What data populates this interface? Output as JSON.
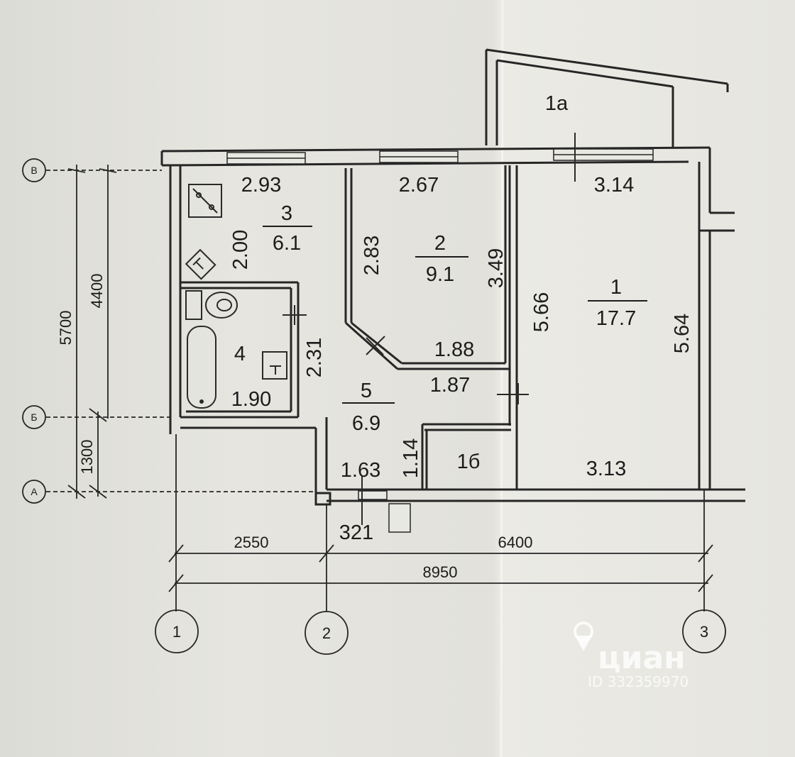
{
  "rooms": {
    "r1": {
      "num": "1",
      "area": "17.7"
    },
    "r2": {
      "num": "2",
      "area": "9.1"
    },
    "r3": {
      "num": "3",
      "area": "6.1"
    },
    "r4": {
      "num": "4"
    },
    "r5": {
      "num": "5",
      "area": "6.9"
    },
    "r1a": {
      "num": "1a"
    },
    "r1b": {
      "num": "1б"
    }
  },
  "dims": {
    "d293": "2.93",
    "d267": "2.67",
    "d314": "3.14",
    "d200": "2.00",
    "d283": "2.83",
    "d349": "3.49",
    "d566": "5.66",
    "d564": "5.64",
    "d231": "2.31",
    "d188": "1.88",
    "d187": "1.87",
    "d190": "1.90",
    "d114": "1.14",
    "d163": "1.63",
    "d313": "3.13",
    "d321": "321"
  },
  "axes": {
    "rows": {
      "v": "В",
      "b": "Б",
      "a": "А"
    },
    "cols": {
      "c1": "1",
      "c2": "2",
      "c3": "3"
    }
  },
  "overall": {
    "h5700": "5700",
    "h4400": "4400",
    "h1300": "1300",
    "w2550": "2550",
    "w6400": "6400",
    "w8950": "8950"
  },
  "watermark": {
    "brand": "циан",
    "id": "ID 332359970"
  },
  "colors": {
    "paper": "#e4e3dd",
    "ink": "#1c1c1c"
  }
}
